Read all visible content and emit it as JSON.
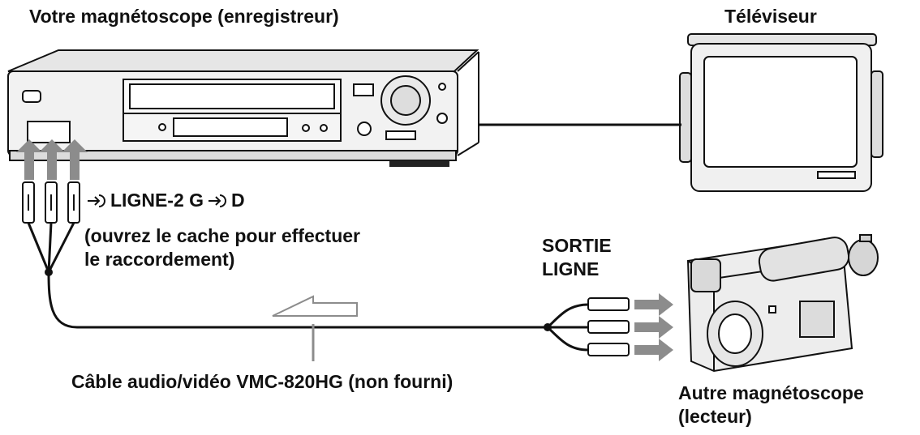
{
  "labels": {
    "vcr_title": "Votre magnétoscope (enregistreur)",
    "tv_title": "Téléviseur",
    "line_in_text": "LIGNE-2 G",
    "line_in_d": "D",
    "cache_note_line1": "(ouvrez le cache pour effectuer",
    "cache_note_line2": "le raccordement)",
    "line_out_line1": "SORTIE",
    "line_out_line2": "LIGNE",
    "cable": "Câble audio/vidéo VMC-820HG (non fourni)",
    "camcorder_line1": "Autre magnétoscope",
    "camcorder_line2": "(lecteur)"
  },
  "icons": [
    "vcr-icon",
    "tv-icon",
    "camcorder-icon",
    "rca-plug-icon",
    "line-input-icon",
    "signal-arrow-icon"
  ],
  "colors": {
    "line": "#111111",
    "device_gray": "#d9d9d9",
    "arrow_gray": "#8c8c8c"
  }
}
